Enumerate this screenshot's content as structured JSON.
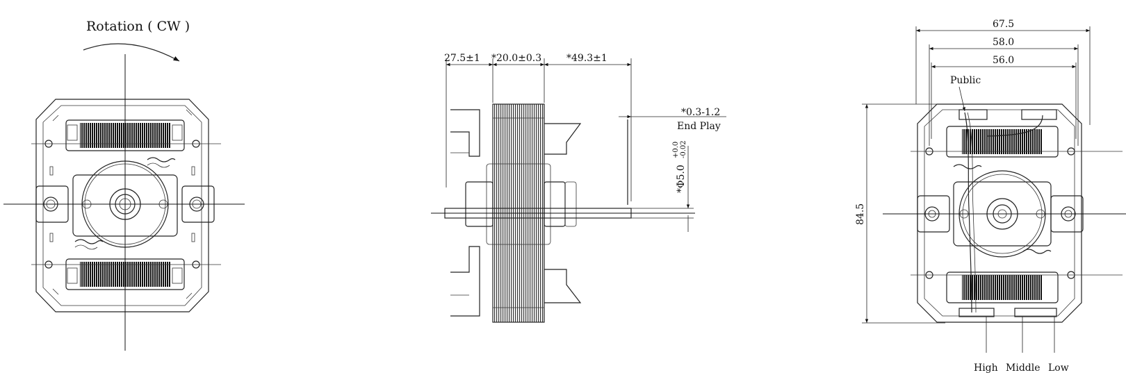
{
  "left_view": {
    "rotation_label": "Rotation ( CW )"
  },
  "side_view": {
    "dim_a": "27.5±1",
    "dim_b": "*20.0±0.3",
    "dim_c": "*49.3±1",
    "end_play_value": "*0.3-1.2",
    "end_play_label": "End Play",
    "shaft_dia_main": "*Φ5.0",
    "shaft_dia_tol_upper": "+0.0",
    "shaft_dia_tol_lower": "-0.02"
  },
  "right_view": {
    "width_overall": "67.5",
    "width_mid": "58.0",
    "width_inner": "56.0",
    "height_overall": "84.5",
    "lead_public": "Public",
    "lead_high": "High",
    "lead_middle": "Middle",
    "lead_low": "Low"
  }
}
